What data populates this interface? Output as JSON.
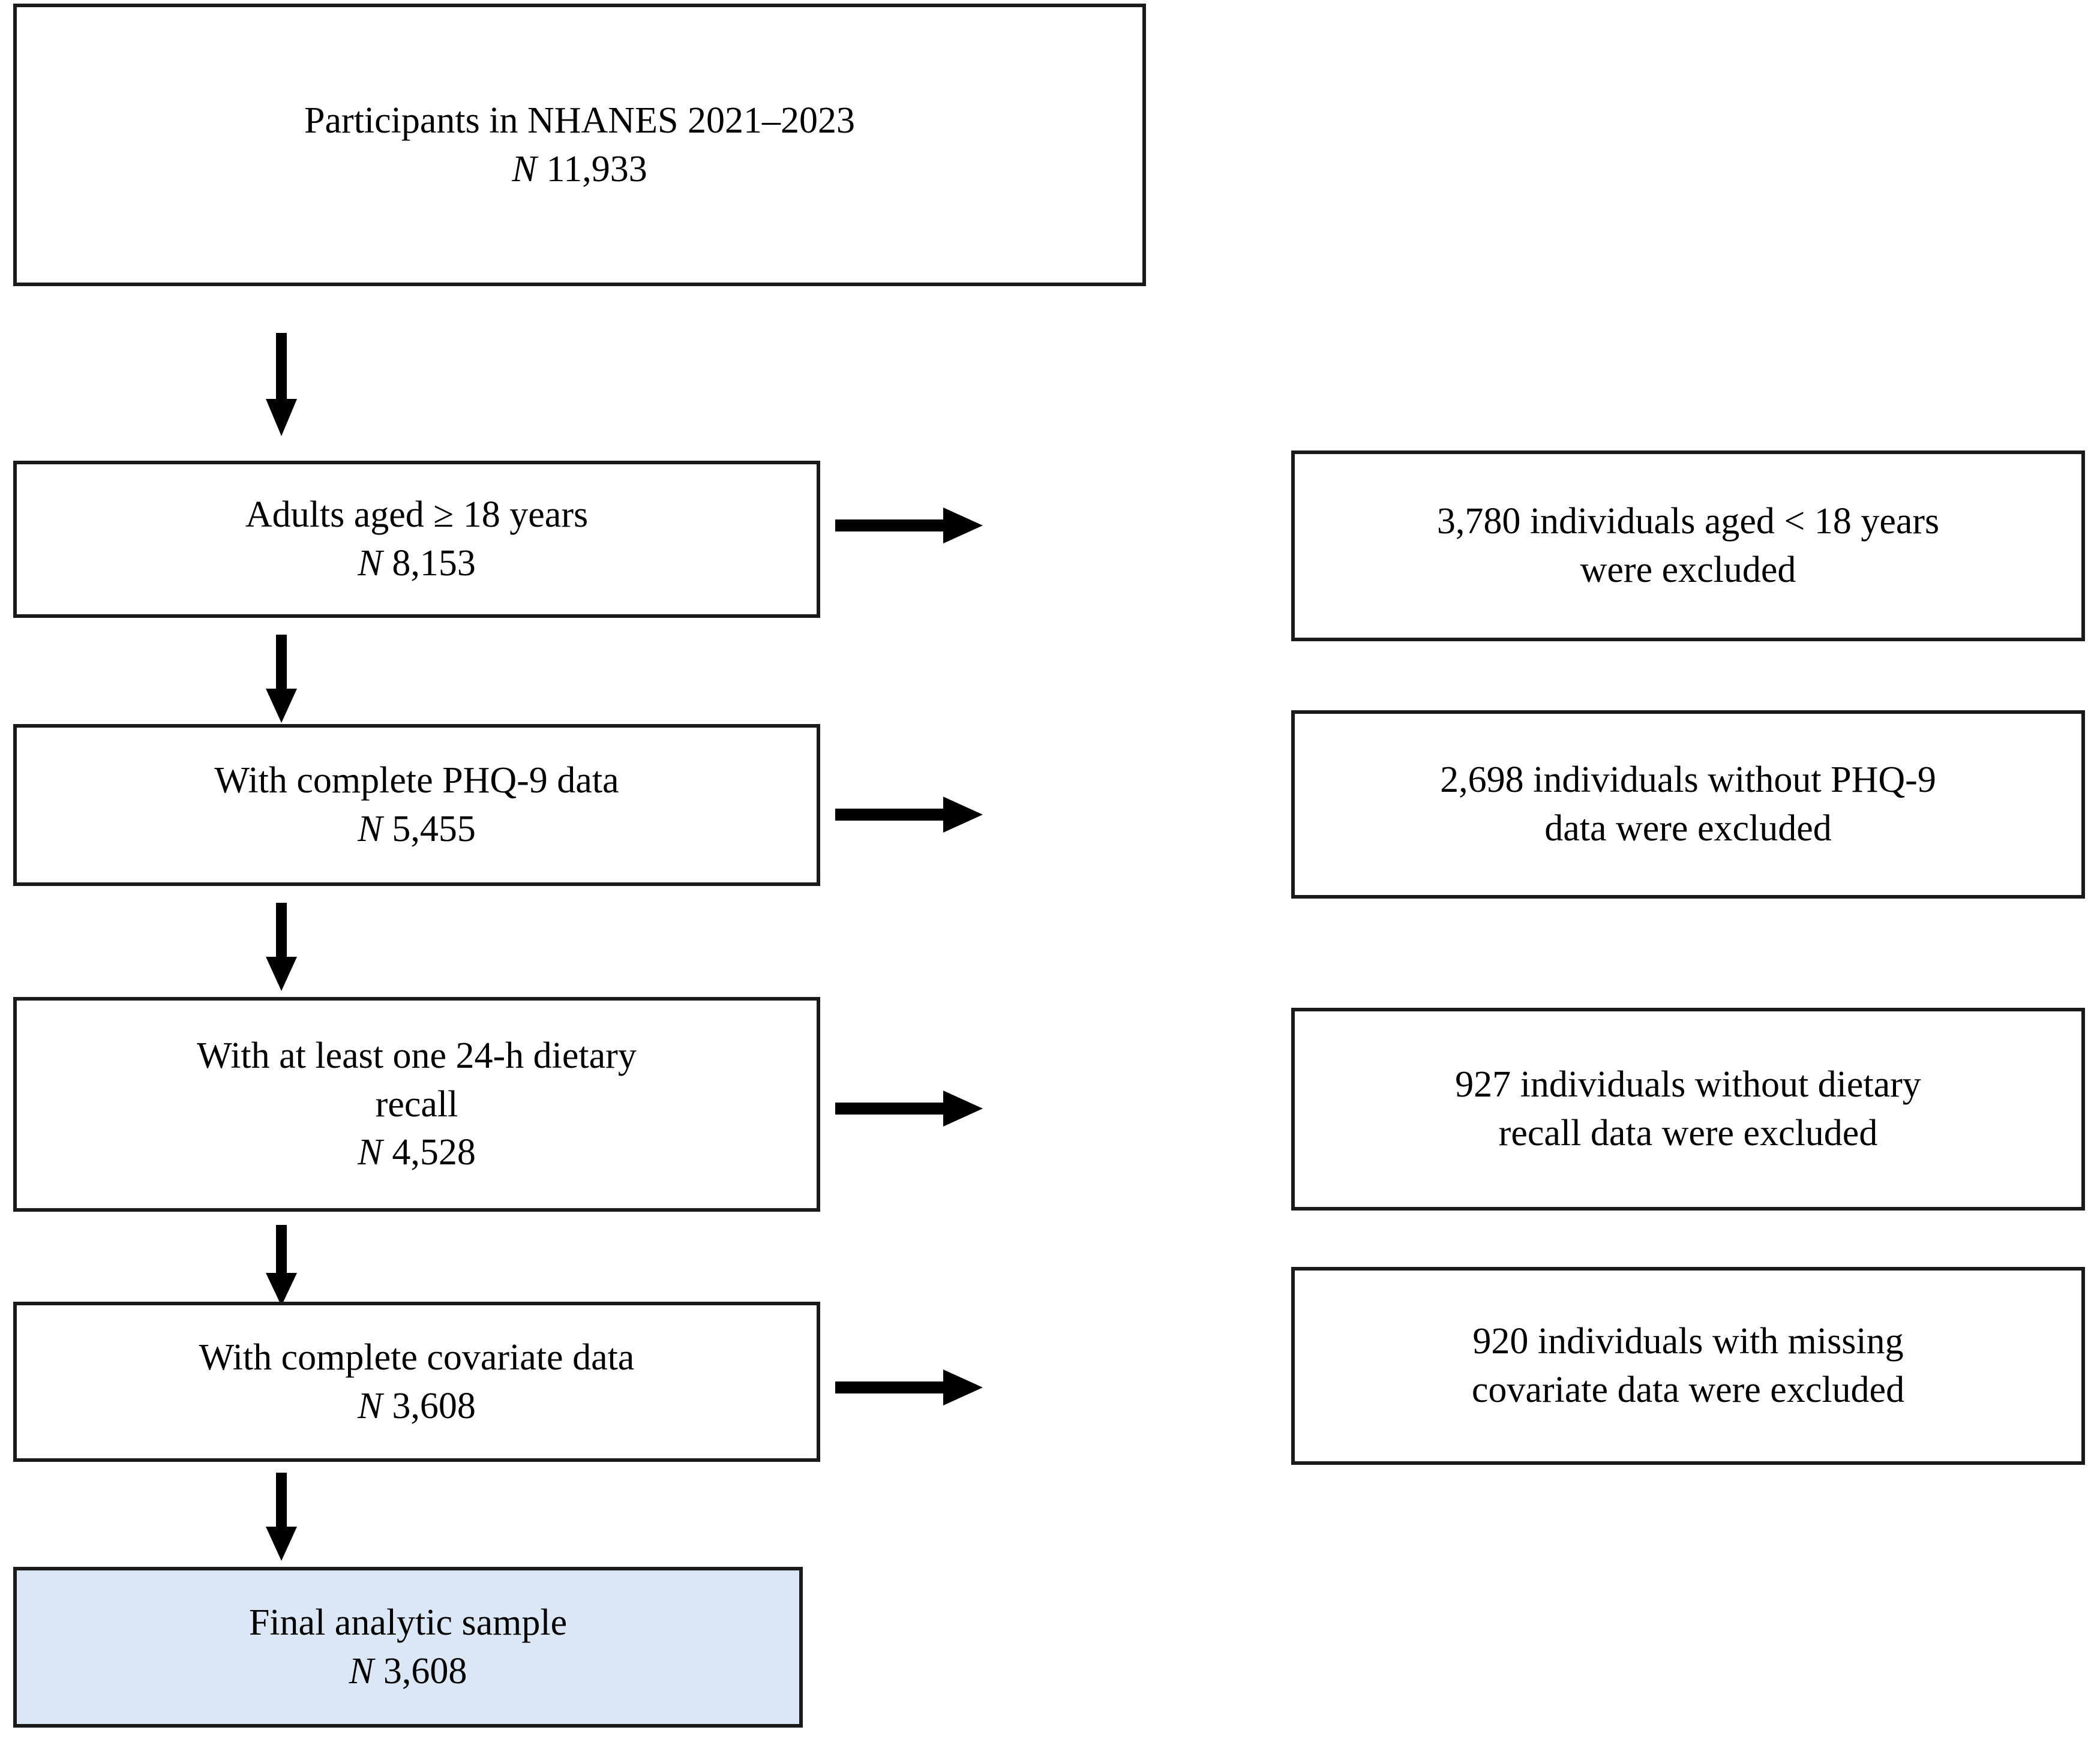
{
  "figure": {
    "type": "participant-flow-diagram",
    "title": "NHANES 2021-2023 participant selection flowchart",
    "highlight_fill": "#dce7f5",
    "border_color": "#1a1a1a",
    "arrow_color": "#000000",
    "background": "#ffffff"
  },
  "flow": {
    "nodes": [
      {
        "id": "source-population",
        "label": "Participants in NHANES 2021–2023",
        "count_prefix": "N",
        "count": "11,933",
        "highlighted": false
      },
      {
        "id": "adults",
        "label": "Adults aged ≥ 18 years",
        "count_prefix": "N",
        "count": "8,153",
        "highlighted": false
      },
      {
        "id": "phq9-complete",
        "label": "With complete PHQ-9 data",
        "count_prefix": "N",
        "count": "5,455",
        "highlighted": false
      },
      {
        "id": "dietary-recall",
        "label_line1": "With at least one 24-h dietary",
        "label_line2": "recall",
        "count_prefix": "N",
        "count": "4,528",
        "highlighted": false
      },
      {
        "id": "covariates-complete",
        "label": "With complete covariate data",
        "count_prefix": "N",
        "count": "3,608",
        "highlighted": false
      },
      {
        "id": "final-sample",
        "label": "Final analytic sample",
        "count_prefix": "N",
        "count": "3,608",
        "highlighted": true
      }
    ],
    "exclusions": [
      {
        "id": "excluded-under-18",
        "line1": "3,780 individuals aged < 18 years",
        "line2": "were excluded",
        "n": 3780
      },
      {
        "id": "excluded-no-phq9",
        "line1": "2,698 individuals without PHQ-9",
        "line2": "data were excluded",
        "n": 2698
      },
      {
        "id": "excluded-no-dietary-recall",
        "line1": "927 individuals without dietary",
        "line2": "recall data were excluded",
        "n": 927
      },
      {
        "id": "excluded-missing-covariates",
        "line1": "920 individuals with missing",
        "line2": "covariate data were excluded",
        "n": 920
      }
    ],
    "connectors": {
      "down_arrow_icon": "arrow-down-icon",
      "right_arrow_icon": "arrow-right-icon",
      "down_arrow_count": 5,
      "right_arrow_count": 4
    }
  }
}
